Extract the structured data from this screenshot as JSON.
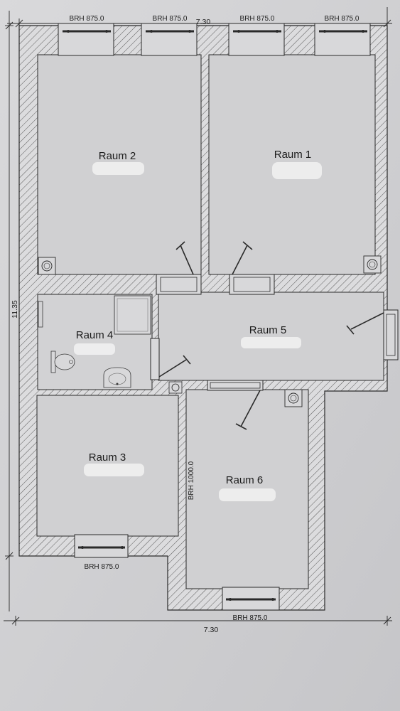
{
  "rooms": {
    "raum1": "Raum 1",
    "raum2": "Raum 2",
    "raum3": "Raum 3",
    "raum4": "Raum 4",
    "raum5": "Raum 5",
    "raum6": "Raum 6"
  },
  "windows": {
    "top_1": "BRH 875.0",
    "top_2": "BRH 875.0",
    "top_3": "BRH 875.0",
    "top_4": "BRH 875.0",
    "raum3": "BRH 875.0",
    "raum6": "BRH 875.0",
    "raum6_side": "BRH 1000.0"
  },
  "dimensions": {
    "width_top": "7.30",
    "width_bottom": "7.30",
    "height_left": "11.35"
  },
  "colors": {
    "paper": "#d3d3d5",
    "wall_hatch": "#5a5a5a",
    "line": "#2a2a2a",
    "redaction": "#f2f2f2"
  }
}
